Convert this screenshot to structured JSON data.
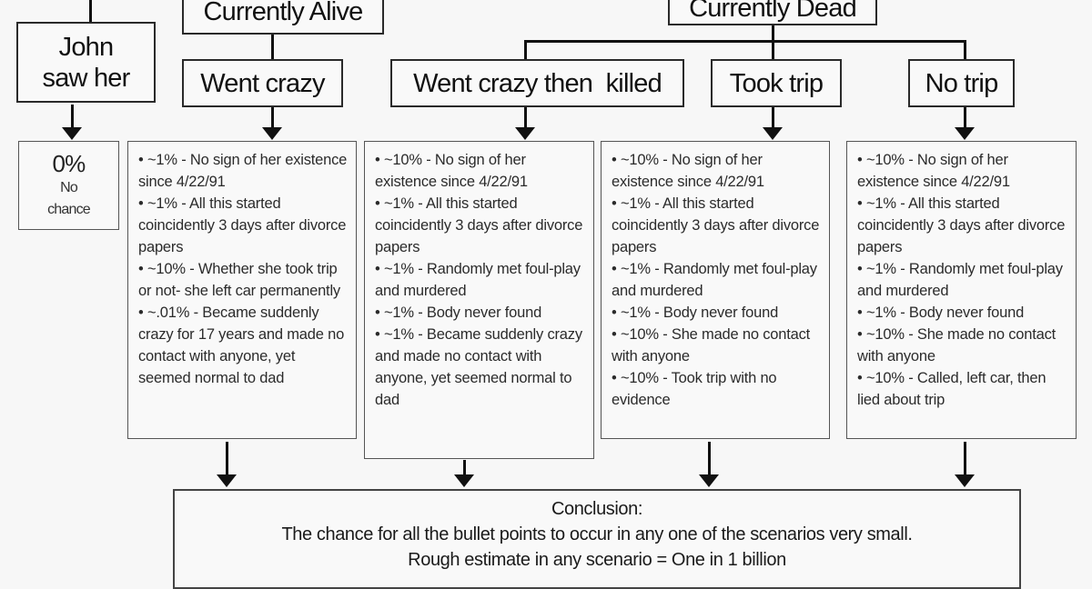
{
  "diagram": {
    "top_nodes": {
      "currently_alive": "Currently Alive",
      "currently_dead": "Currently Dead"
    },
    "scenarios": {
      "john_saw_her": "John\nsaw her",
      "went_crazy": "Went crazy",
      "went_crazy_then_killed": "Went crazy then  killed",
      "took_trip": "Took trip",
      "no_trip": "No trip"
    },
    "john_saw_her_result": {
      "percent": "0%",
      "label_line1": "No",
      "label_line2": "chance"
    },
    "details": {
      "went_crazy": [
        "• ~1% - No sign of her existence since 4/22/91",
        "• ~1% - All this started coincidently 3 days after divorce papers",
        "• ~10% - Whether she took trip or not- she left car permanently",
        "• ~.01% - Became suddenly crazy for 17 years and made no contact with anyone, yet seemed normal to dad"
      ],
      "went_crazy_then_killed": [
        "• ~10% - No sign of her existence since 4/22/91",
        "• ~1% - All this started coincidently 3 days after divorce papers",
        "• ~1% - Randomly met foul-play and murdered",
        "• ~1% - Body never found",
        "• ~1% - Became suddenly crazy and made no contact with anyone, yet seemed normal to dad"
      ],
      "took_trip": [
        "• ~10% - No sign of her existence since 4/22/91",
        "• ~1% - All this started coincidently 3 days after divorce papers",
        "• ~1% - Randomly met foul-play and murdered",
        "• ~1% - Body never found",
        "• ~10% - She made no contact with anyone",
        "• ~10% - Took trip with no evidence"
      ],
      "no_trip": [
        "• ~10% - No sign of her existence since 4/22/91",
        "• ~1% - All this started coincidently 3 days after divorce papers",
        "• ~1% - Randomly met foul-play and murdered",
        "• ~1% - Body never found",
        "• ~10% - She made no contact with anyone",
        "• ~10% - Called, left car, then lied about trip"
      ]
    },
    "conclusion": {
      "title": "Conclusion:",
      "line1": "The chance for all the bullet points to occur in any one of the scenarios very small.",
      "line2": "Rough estimate in any scenario = One in 1 billion"
    },
    "colors": {
      "background": "#f7f7f7",
      "line": "#111111",
      "box_border": "#2a2a2a"
    }
  }
}
